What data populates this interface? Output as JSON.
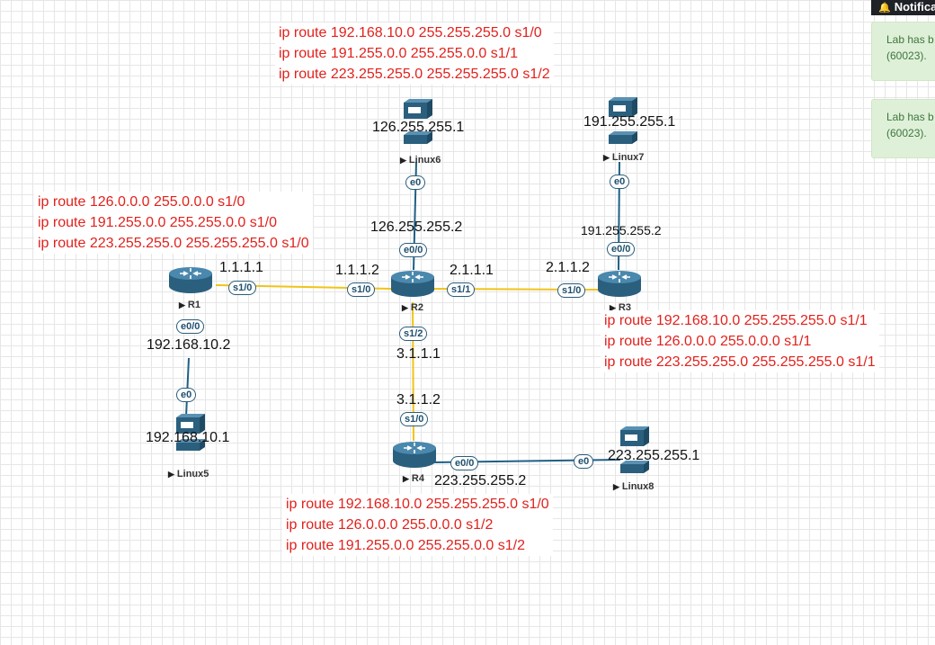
{
  "notifications": {
    "header": "Notifica",
    "items": [
      {
        "line1": "Lab has b",
        "line2": "(60023)."
      },
      {
        "line1": "Lab has b",
        "line2": "(60023)."
      }
    ]
  },
  "routes": {
    "r2": [
      "ip route 192.168.10.0 255.255.255.0 s1/0",
      "ip route 191.255.0.0 255.255.0.0 s1/1",
      "ip route 223.255.255.0 255.255.255.0 s1/2"
    ],
    "r1": [
      "ip route 126.0.0.0 255.0.0.0 s1/0",
      "ip route 191.255.0.0 255.255.0.0 s1/0",
      "ip route 223.255.255.0 255.255.255.0 s1/0"
    ],
    "r3": [
      "ip route 192.168.10.0 255.255.255.0 s1/1",
      "ip route 126.0.0.0 255.0.0.0 s1/1",
      "ip route 223.255.255.0 255.255.255.0 s1/1"
    ],
    "r4": [
      "ip route 192.168.10.0 255.255.255.0 s1/0",
      "ip route 126.0.0.0 255.0.0.0 s1/2",
      "ip route 191.255.0.0 255.255.0.0 s1/2"
    ]
  },
  "devices": {
    "r1": "R1",
    "r2": "R2",
    "r3": "R3",
    "r4": "R4",
    "linux5": "Linux5",
    "linux6": "Linux6",
    "linux7": "Linux7",
    "linux8": "Linux8"
  },
  "interfaces": {
    "r1_s10": "s1/0",
    "r2_s10": "s1/0",
    "r2_s11": "s1/1",
    "r2_s12": "s1/2",
    "r2_e00": "e0/0",
    "r3_s10": "s1/0",
    "r3_e00": "e0/0",
    "r1_e00": "e0/0",
    "r4_s10": "s1/0",
    "r4_e00": "e0/0",
    "linux5_e0": "e0",
    "linux6_e0": "e0",
    "linux7_e0": "e0",
    "linux8_e0": "e0"
  },
  "addresses": {
    "r1_s10": "1.1.1.1",
    "r2_s10": "1.1.1.2",
    "r2_s11": "2.1.1.1",
    "r3_s10": "2.1.1.2",
    "r2_s12": "3.1.1.1",
    "r4_s10": "3.1.1.2",
    "r1_e00": "192.168.10.2",
    "linux5": "192.168.10.1",
    "linux6": "126.255.255.1",
    "r2_e00": "126.255.255.2",
    "linux7": "191.255.255.1",
    "r3_e00": "191.255.255.2",
    "linux8": "223.255.255.1",
    "r4_e00": "223.255.255.2"
  },
  "colors": {
    "serial_link": "#f0c419",
    "ethernet_link": "#1f5f86",
    "device_body": "#2b5f7e",
    "route_text": "#e2211c",
    "notification_bg": "#dff0d8"
  },
  "icons": {
    "router": "router-icon",
    "host": "server-icon",
    "play": "play-triangle-icon",
    "bell": "bell-icon"
  }
}
